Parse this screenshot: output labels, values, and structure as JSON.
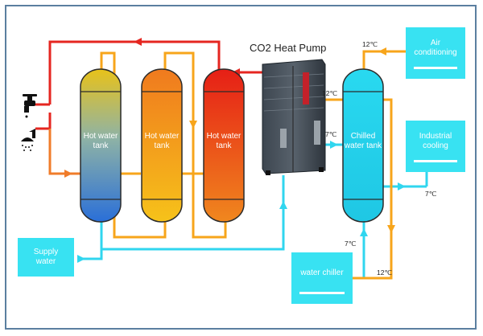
{
  "title": "CO2 Heat Pump",
  "tanks": [
    {
      "label": "Hot water tank"
    },
    {
      "label": "Hot water tank"
    },
    {
      "label": "Hot water tank"
    },
    {
      "label": "Chilled water tank"
    }
  ],
  "boxes": {
    "supply": "Supply water",
    "air": "Air conditioning",
    "industrial": "Industrial cooling",
    "chiller": "water chiller"
  },
  "temps": {
    "t_air_in": "12℃",
    "t_tank_top": "12℃",
    "t_tank_mid": "7℃",
    "t_ind_out": "7℃",
    "t_chiller_out": "7℃",
    "t_chiller_in": "12℃"
  },
  "icons": [
    "faucet-icon",
    "shower-icon"
  ],
  "colors": {
    "hot_pipe": "#e52620",
    "warm_pipe": "#f7a51b",
    "medium_pipe": "#f07c2a",
    "cold_pipe": "#30d6ef",
    "box": "#38e2f2"
  }
}
